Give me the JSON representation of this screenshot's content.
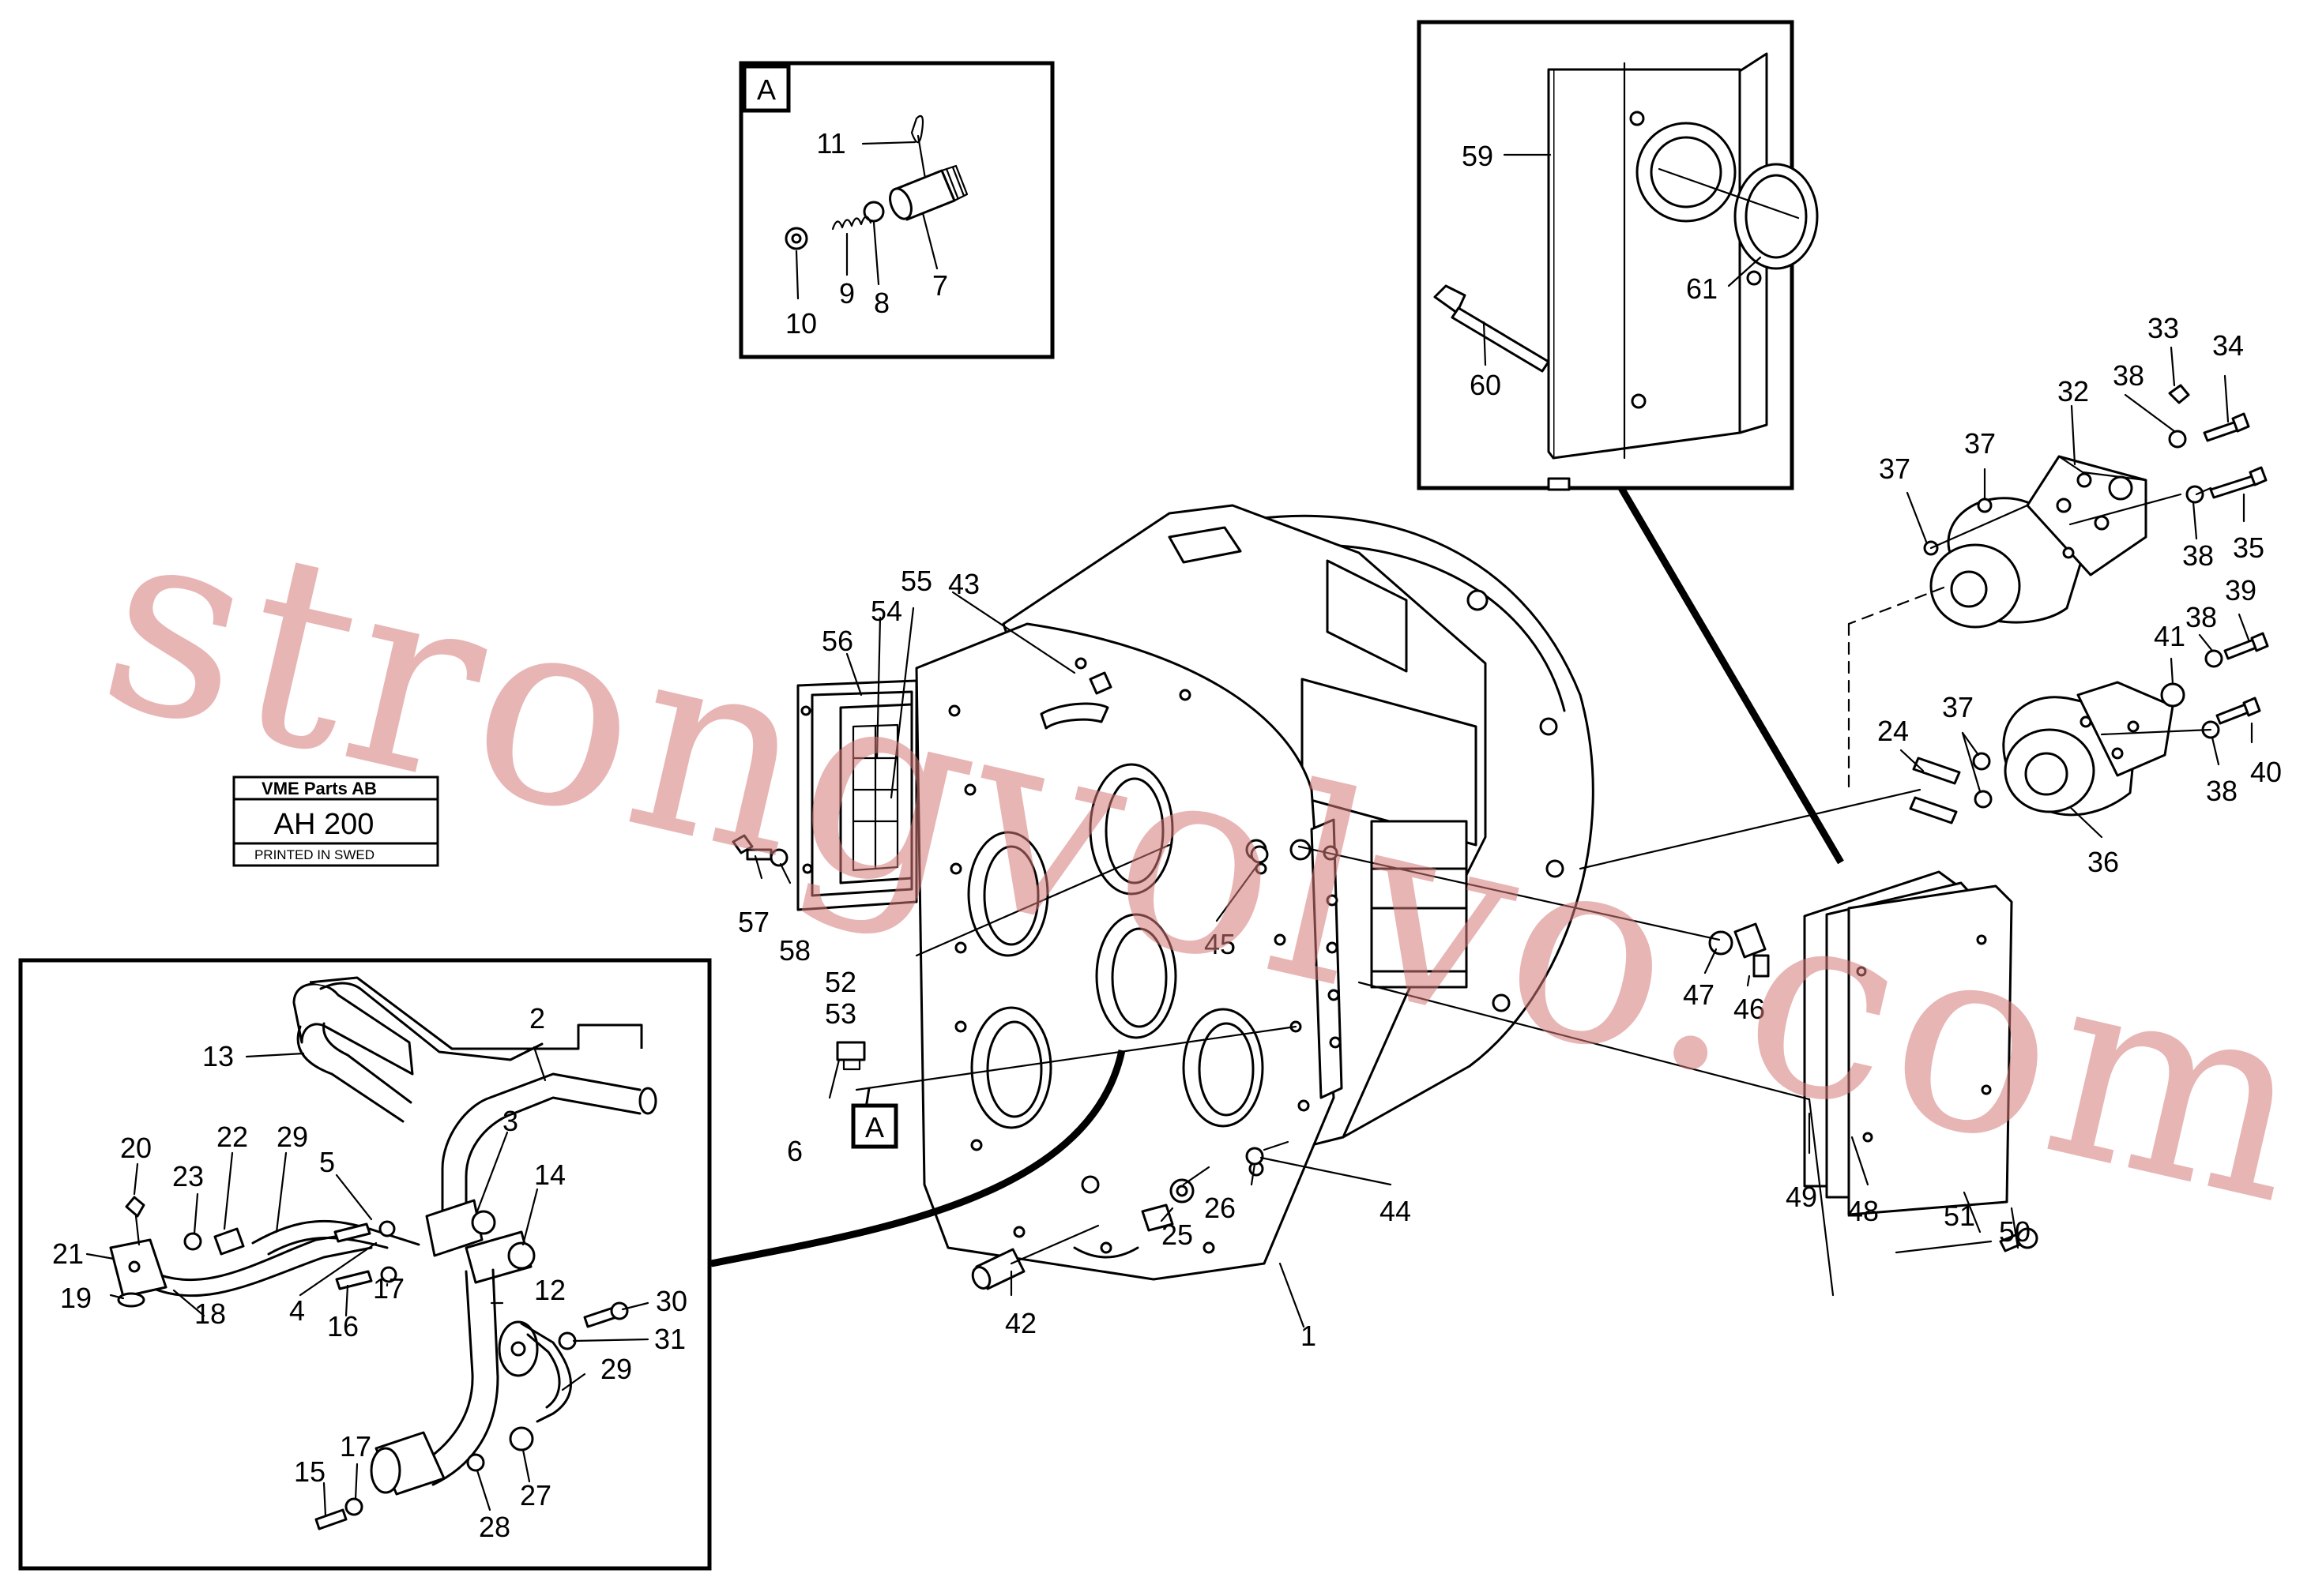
{
  "colors": {
    "ink": "#000000",
    "paper": "#ffffff",
    "watermark": "#d67878"
  },
  "watermark": "strongvolvo.com",
  "sticker": {
    "company": "VME Parts AB",
    "code": "AH 200",
    "printed": "PRINTED IN SWED"
  },
  "detail_label": "A",
  "callouts": [
    {
      "id": "c1",
      "text": "1"
    },
    {
      "id": "c2",
      "text": "2"
    },
    {
      "id": "c3",
      "text": "3"
    },
    {
      "id": "c4",
      "text": "4"
    },
    {
      "id": "c5",
      "text": "5"
    },
    {
      "id": "c6",
      "text": "6"
    },
    {
      "id": "c7",
      "text": "7"
    },
    {
      "id": "c8",
      "text": "8"
    },
    {
      "id": "c9",
      "text": "9"
    },
    {
      "id": "c10",
      "text": "10"
    },
    {
      "id": "c11",
      "text": "11"
    },
    {
      "id": "c12",
      "text": "12"
    },
    {
      "id": "c13",
      "text": "13"
    },
    {
      "id": "c14",
      "text": "14"
    },
    {
      "id": "c15",
      "text": "15"
    },
    {
      "id": "c16",
      "text": "16"
    },
    {
      "id": "c17a",
      "text": "17"
    },
    {
      "id": "c17b",
      "text": "17"
    },
    {
      "id": "c18",
      "text": "18"
    },
    {
      "id": "c19",
      "text": "19"
    },
    {
      "id": "c20",
      "text": "20"
    },
    {
      "id": "c21",
      "text": "21"
    },
    {
      "id": "c22",
      "text": "22"
    },
    {
      "id": "c23",
      "text": "23"
    },
    {
      "id": "c24",
      "text": "24"
    },
    {
      "id": "c25",
      "text": "25"
    },
    {
      "id": "c26",
      "text": "26"
    },
    {
      "id": "c27",
      "text": "27"
    },
    {
      "id": "c28",
      "text": "28"
    },
    {
      "id": "c29a",
      "text": "29"
    },
    {
      "id": "c29b",
      "text": "29"
    },
    {
      "id": "c30",
      "text": "30"
    },
    {
      "id": "c31",
      "text": "31"
    },
    {
      "id": "c32",
      "text": "32"
    },
    {
      "id": "c33",
      "text": "33"
    },
    {
      "id": "c34",
      "text": "34"
    },
    {
      "id": "c35",
      "text": "35"
    },
    {
      "id": "c36",
      "text": "36"
    },
    {
      "id": "c37a",
      "text": "37"
    },
    {
      "id": "c37b",
      "text": "37"
    },
    {
      "id": "c37c",
      "text": "37"
    },
    {
      "id": "c38a",
      "text": "38"
    },
    {
      "id": "c38b",
      "text": "38"
    },
    {
      "id": "c38c",
      "text": "38"
    },
    {
      "id": "c38d",
      "text": "38"
    },
    {
      "id": "c39",
      "text": "39"
    },
    {
      "id": "c40",
      "text": "40"
    },
    {
      "id": "c41",
      "text": "41"
    },
    {
      "id": "c42",
      "text": "42"
    },
    {
      "id": "c43",
      "text": "43"
    },
    {
      "id": "c44",
      "text": "44"
    },
    {
      "id": "c45",
      "text": "45"
    },
    {
      "id": "c46",
      "text": "46"
    },
    {
      "id": "c47",
      "text": "47"
    },
    {
      "id": "c48",
      "text": "48"
    },
    {
      "id": "c49",
      "text": "49"
    },
    {
      "id": "c50",
      "text": "50"
    },
    {
      "id": "c51",
      "text": "51"
    },
    {
      "id": "c52",
      "text": "52"
    },
    {
      "id": "c53",
      "text": "53"
    },
    {
      "id": "c54",
      "text": "54"
    },
    {
      "id": "c55",
      "text": "55"
    },
    {
      "id": "c56",
      "text": "56"
    },
    {
      "id": "c57",
      "text": "57"
    },
    {
      "id": "c58",
      "text": "58"
    },
    {
      "id": "c59",
      "text": "59"
    },
    {
      "id": "c60",
      "text": "60"
    },
    {
      "id": "c61",
      "text": "61"
    }
  ]
}
